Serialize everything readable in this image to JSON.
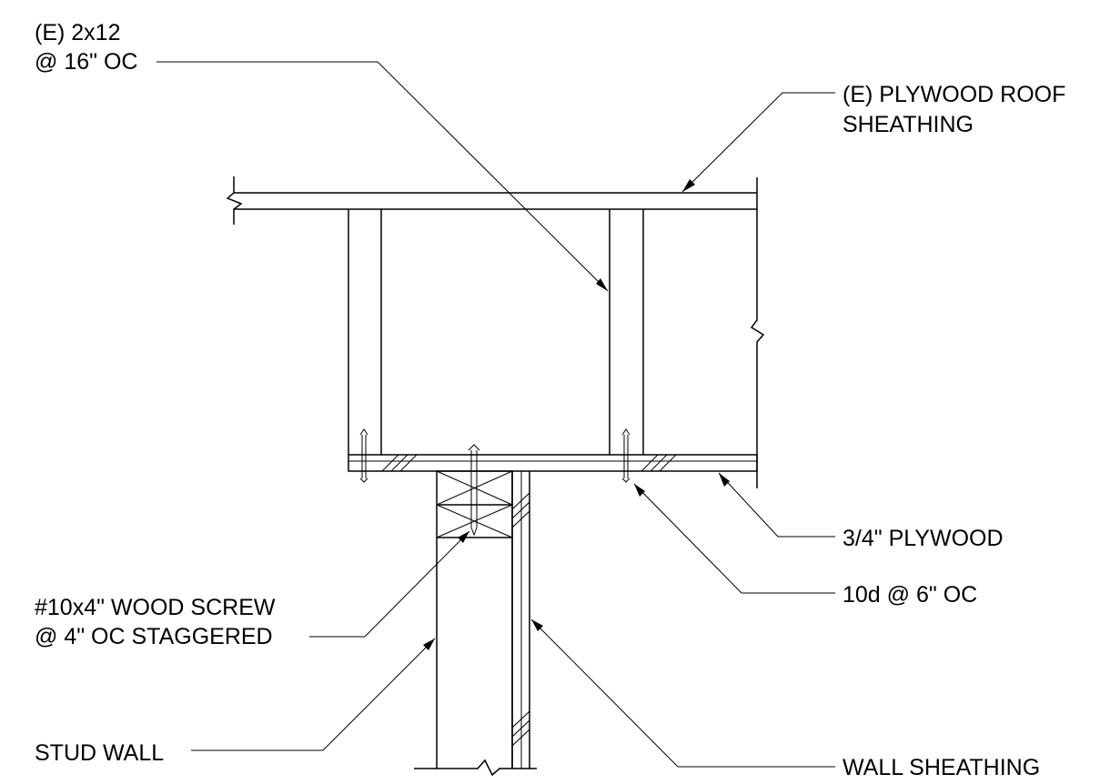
{
  "labels": {
    "joist_line1": "(E) 2x12",
    "joist_line2": "@ 16\" OC",
    "sheathing_line1": "(E) PLYWOOD ROOF",
    "sheathing_line2": "SHEATHING",
    "plywood": "3/4\" PLYWOOD",
    "nails": "10d @ 6\" OC",
    "screw_line1": "#10x4\" WOOD SCREW",
    "screw_line2": "@ 4\" OC STAGGERED",
    "stud_wall": "STUD WALL",
    "wall_sheathing": "WALL SHEATHING"
  }
}
